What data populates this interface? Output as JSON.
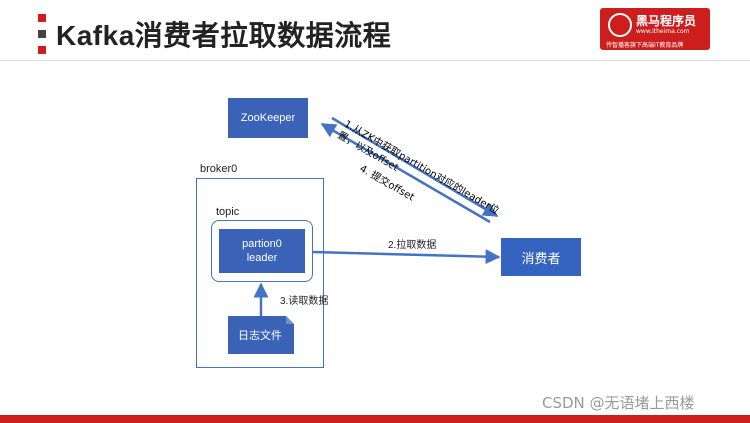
{
  "title": "Kafka消费者拉取数据流程",
  "logo": {
    "name": "黑马程序员",
    "url": "www.itheima.com",
    "slogan": "传智播客旗下高端IT教育品牌"
  },
  "nodes": {
    "zookeeper": "ZooKeeper",
    "broker": "broker0",
    "topic": "topic",
    "partition_line1": "partion0",
    "partition_line2": "leader",
    "log_file": "日志文件",
    "consumer": "消费者"
  },
  "edges": {
    "step1_line1": "1.从ZK中获取partition对应的leader位",
    "step1_line2": "置，以及offset",
    "step2": "2.拉取数据",
    "step3": "3.读取数据",
    "step4": "4. 提交offset"
  },
  "colors": {
    "accent": "#cd1e1e",
    "node_fill": "#3a63b8",
    "line": "#4472c4"
  },
  "watermark": "CSDN @无语堵上西楼"
}
